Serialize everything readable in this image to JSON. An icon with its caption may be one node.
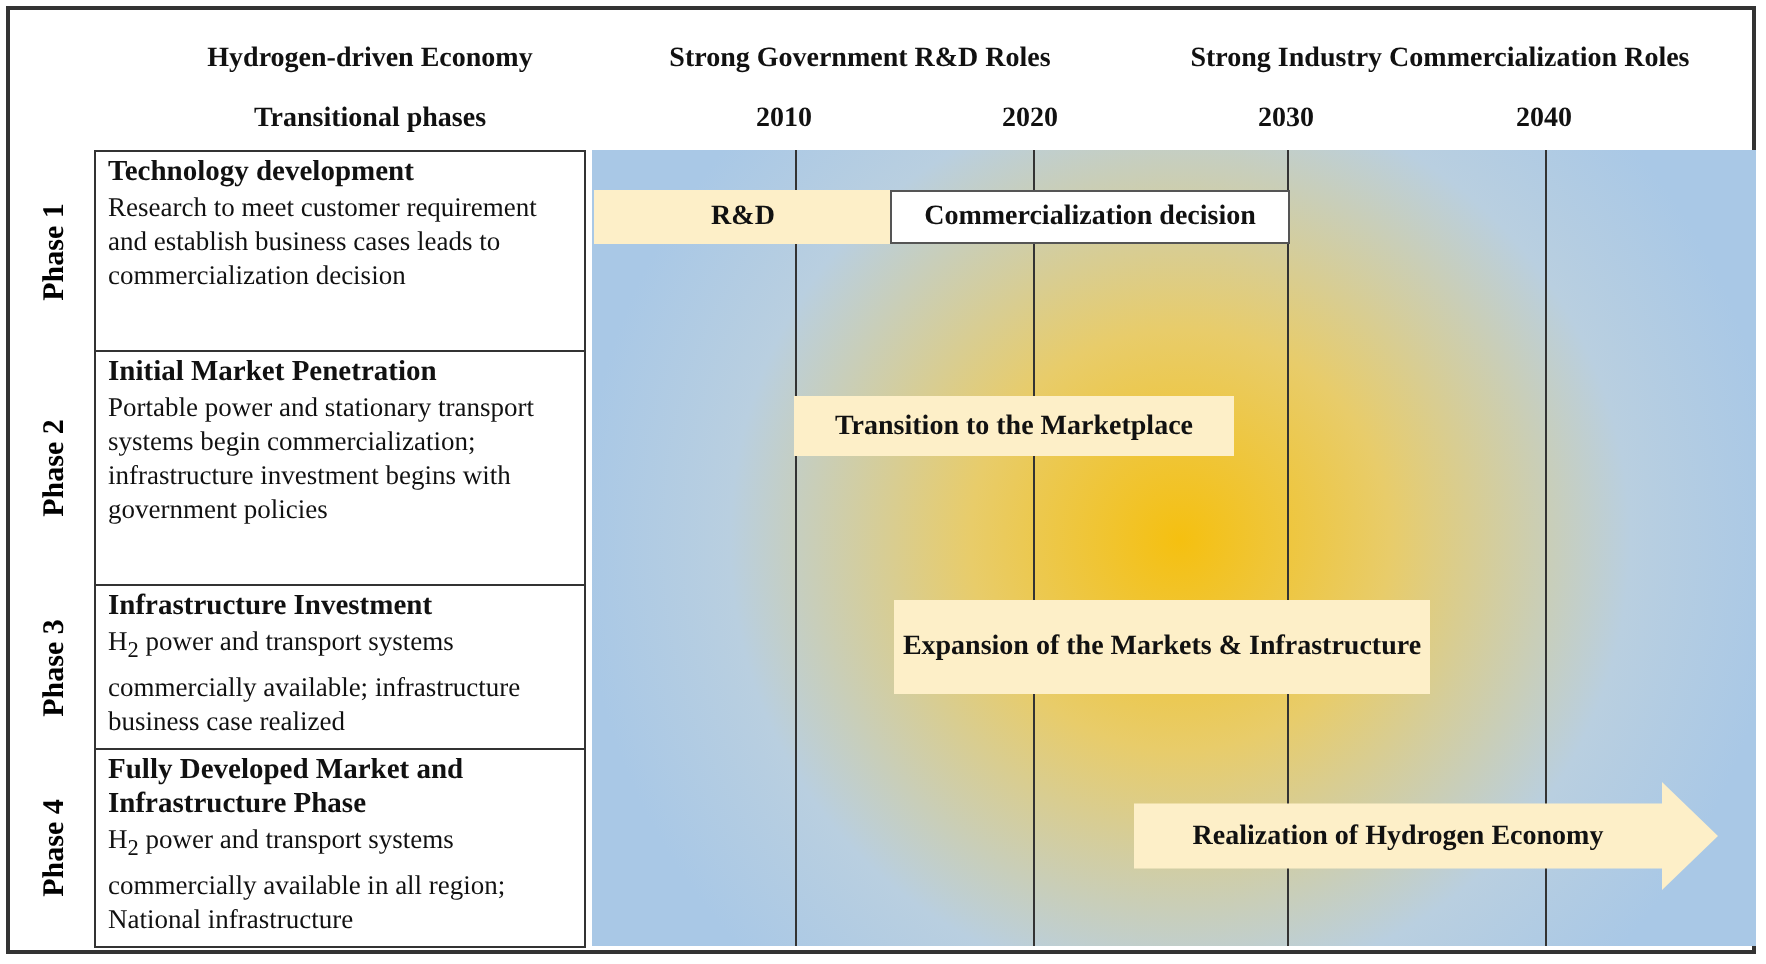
{
  "diagram": {
    "nodes": [
      {
        "text": [
          "Technology development",
          "Research to meet customer requirement and establish business cases leads to commercialization decision"
        ],
        "beside": [
          "Phase 1"
        ]
      },
      {
        "text": [
          "Initial Market Penetration",
          "Portable power and stationary transport systems begin commercialization; infrastructure investment begins with government policies"
        ],
        "beside": [
          "Phase 2"
        ]
      },
      {
        "text": [
          "Infrastructure Investment",
          "H$_{2}$ power and transport systems commercially available; infrastructure business case realized"
        ],
        "beside": [
          "Phase 3"
        ]
      },
      {
        "text": [
          "Fully Developed Market and Infrastructure Phase",
          "H$_{2}$ power and transport systems commercially available in all region; National infrastructure"
        ],
        "beside": [
          "Phase 4"
        ]
      },
      {
        "text": [
          "R&D"
        ]
      },
      {
        "text": [
          "Commercialization decision"
        ]
      },
      {
        "text": [
          "Transition to the Marketplace"
        ]
      },
      {
        "text": [
          "Expansion of the Markets & Infrastructure"
        ]
      },
      {
        "text": [
          "Realization of Hydrogen Economy"
        ]
      }
    ],
    "labels": [
      "Hydrogen-driven Economy",
      "Strong Government R&D Roles",
      "Strong Industry Commercialization Roles",
      "Transitional phases",
      "2010",
      "2020",
      "2030",
      "2040"
    ]
  }
}
